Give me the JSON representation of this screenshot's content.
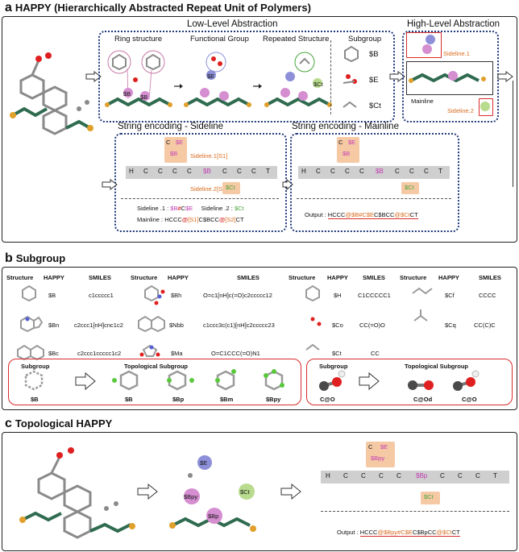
{
  "panel_a": {
    "letter": "a",
    "title": "HAPPY (Hierarchically Abstracted Repeat Unit of Polymers)",
    "low_level": {
      "title": "Low-Level Abstraction",
      "steps": [
        "Ring structure",
        "Functional Group",
        "Repeated Structure"
      ],
      "subgroup_title": "Subgroup",
      "subgroups": [
        "$B",
        "$E",
        "$Ct"
      ],
      "atom_labels": {
        "b": "$B",
        "e": "$E",
        "ct": "$Ct"
      }
    },
    "high_level": {
      "title": "High-Level Abstraction",
      "sideline1": "Sideline.1",
      "sideline2": "Sideline.2",
      "mainline": "Mainline"
    },
    "enc_sideline": {
      "title": "String encoding - Sideline",
      "chars": [
        "H",
        "C",
        "C",
        "C",
        "C",
        "$B",
        "C",
        "C",
        "C",
        "T"
      ],
      "top_c": "C",
      "top_e": "$E",
      "top_b": "$B",
      "s1_label": "Sideline.1[S1]",
      "s2_label": "Sideline.2[S2]",
      "s2_box": "$Ct",
      "sl1_prefix": "Sideline .1 : ",
      "sl1_b": "$B",
      "sl1_hash": "#",
      "sl1_c": "C",
      "sl1_e": "$E",
      "sl2_prefix": "Sideline .2 : ",
      "sl2_ct": "$Ct",
      "main_prefix": "Mainline : ",
      "main_p1": "HCCC",
      "main_at1": "@",
      "main_s1": "[S1]",
      "main_p2": "C$BCC",
      "main_at2": "@",
      "main_s2": "[S2]",
      "main_p3": "CT"
    },
    "enc_mainline": {
      "title": "String encoding - Mainline",
      "chars": [
        "H",
        "C",
        "C",
        "C",
        "C",
        "$B",
        "C",
        "C",
        "C",
        "T"
      ],
      "top_c": "C",
      "top_e": "$E",
      "top_b": "$B",
      "bottom": "$Ct",
      "out_prefix": "Output : ",
      "out_p1": "HCCC",
      "out_p2": "@$B#C$E",
      "out_p3": "C$BCC",
      "out_p4": "@$Ct",
      "out_p5": "CT"
    }
  },
  "panel_b": {
    "letter": "b",
    "title": "Subgroup",
    "headers": [
      "Structure",
      "HAPPY",
      "SMILES"
    ],
    "col1": [
      {
        "happy": "$B",
        "smiles": "c1ccccc1"
      },
      {
        "happy": "$Bn",
        "smiles": "c2ccc1[nH]cnc1c2"
      },
      {
        "happy": "$Bc",
        "smiles": "c2ccc1ccccc1c2"
      }
    ],
    "col2": [
      {
        "happy": "$Bh",
        "smiles": "O=c1[nH]c(=O)c2ccccc12"
      },
      {
        "happy": "$Nbb",
        "smiles": "c1ccc3c(c1)[nH]c2ccccc23"
      },
      {
        "happy": "$Ma",
        "smiles": "O=C1CCC(=O)N1"
      }
    ],
    "col3": [
      {
        "happy": "$H",
        "smiles": "C1CCCCC1"
      },
      {
        "happy": "$Co",
        "smiles": "CC(=O)O"
      },
      {
        "happy": "$Ct",
        "smiles": "CC"
      }
    ],
    "col4": [
      {
        "happy": "$Cf",
        "smiles": "CCCC"
      },
      {
        "happy": "$Cq",
        "smiles": "CC(C)C"
      }
    ],
    "topo_left": {
      "subgroup": "Subgroup",
      "topo": "Topological Subgroup",
      "labels": [
        "$B",
        "$B",
        "$Bp",
        "$Bm",
        "$Bpy"
      ]
    },
    "topo_right": {
      "subgroup": "Subgroup",
      "topo": "Topological Subgroup",
      "labels": [
        "C@O",
        "C@Od",
        "C@O"
      ]
    }
  },
  "panel_c": {
    "letter": "c",
    "title": "Topological HAPPY",
    "atoms": {
      "e": "$E",
      "bpy": "$Bpy",
      "bp": "$Bp",
      "ct": "$Ct"
    },
    "chars": [
      "H",
      "C",
      "C",
      "C",
      "C",
      "$Bp",
      "C",
      "C",
      "C",
      "T"
    ],
    "top_c": "C",
    "top_e": "$E",
    "top_b": "$Bpy",
    "bottom": "$Ct",
    "out_prefix": "Output : ",
    "out_p1": "HCCC",
    "out_p2": "@$Bpy#C$E",
    "out_p3": "C$BpCC",
    "out_p4": "@$Ct",
    "out_p5": "CT"
  },
  "colors": {
    "bond_green": "#2f6b4f",
    "atom_grey": "#8a8a8a",
    "atom_orange": "#e0a02a",
    "atom_red": "#e02020",
    "ball_b": "#d58ed0",
    "ball_e": "#8d90d8",
    "ball_ct": "#b8db8e",
    "dotted_blue": "#1f3a7a",
    "accent_orange": "#d86a1c",
    "accent_pink": "#c23bb5",
    "accent_green": "#47a53a",
    "accent_red": "#d92b2b"
  }
}
